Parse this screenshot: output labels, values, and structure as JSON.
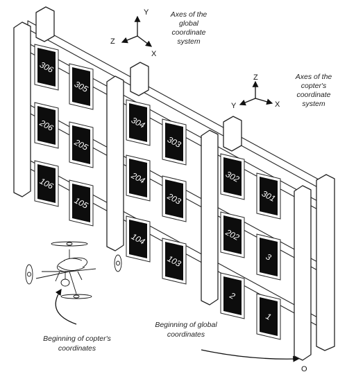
{
  "labels": {
    "global_axes_caption": [
      "Axes of the",
      "global",
      "coordinate",
      "system"
    ],
    "copter_axes_caption": [
      "Axes of the",
      "copter's",
      "coordinate",
      "system"
    ],
    "copter_origin_caption": [
      "Beginning of copter's",
      "coordinates"
    ],
    "global_origin_caption": [
      "Beginning of global",
      "coordinates"
    ],
    "global_origin_point": "O"
  },
  "axes": {
    "global": {
      "x": "X",
      "y": "Y",
      "z": "Z"
    },
    "copter": {
      "x": "X",
      "y": "Y",
      "z": "Z"
    }
  },
  "markers": [
    "306",
    "305",
    "206",
    "205",
    "106",
    "105",
    "304",
    "303",
    "204",
    "203",
    "104",
    "103",
    "302",
    "301",
    "202",
    "3",
    "2",
    "1"
  ]
}
